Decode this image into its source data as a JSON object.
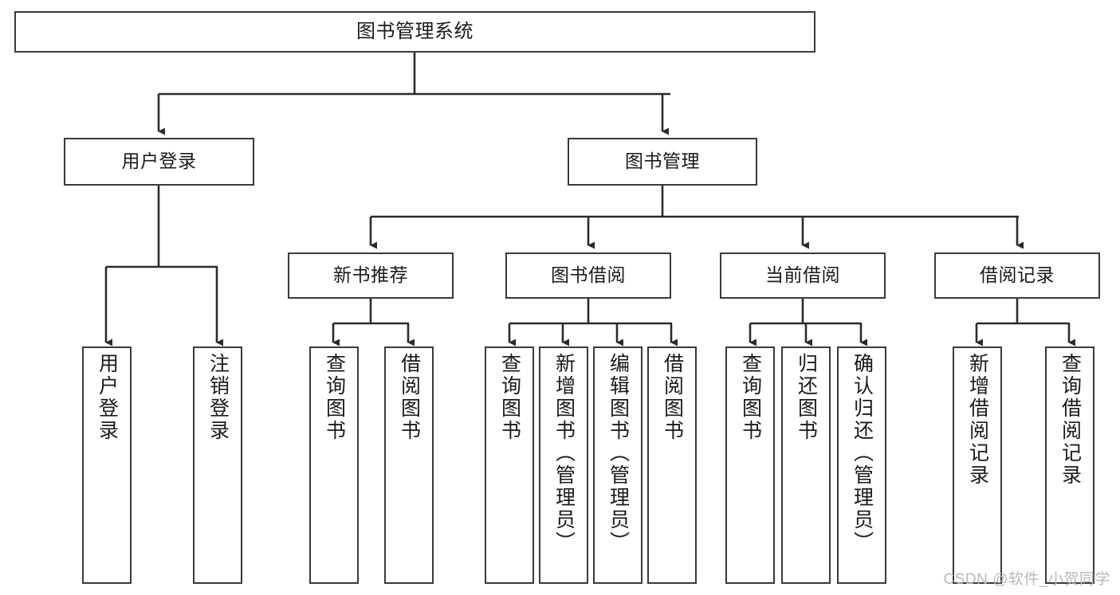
{
  "diagram": {
    "type": "tree-hierarchy",
    "title": "图书管理系统",
    "orientation": "top-down",
    "colors": {
      "box_border": "#3a3a3a",
      "box_fill": "#ffffff",
      "connector": "#2b2b2b",
      "text": "#1a1a1a",
      "watermark": "#b9b9b9",
      "background": "#ffffff"
    },
    "levels": [
      {
        "level": 0,
        "orientation": "horizontal"
      },
      {
        "level": 1,
        "orientation": "horizontal"
      },
      {
        "level": 2,
        "orientation": "horizontal"
      },
      {
        "level": 3,
        "orientation": "vertical"
      }
    ],
    "nodes": {
      "root": {
        "label": "图书管理系统",
        "level": 0
      },
      "l1": [
        {
          "id": "user-login",
          "label": "用户登录",
          "level": 1
        },
        {
          "id": "book-manage",
          "label": "图书管理",
          "level": 1
        }
      ],
      "l2": [
        {
          "id": "new-book-rec",
          "label": "新书推荐",
          "level": 2,
          "parent": "book-manage"
        },
        {
          "id": "book-borrow",
          "label": "图书借阅",
          "level": 2,
          "parent": "book-manage"
        },
        {
          "id": "current-borrow",
          "label": "当前借阅",
          "level": 2,
          "parent": "book-manage"
        },
        {
          "id": "borrow-record",
          "label": "借阅记录",
          "level": 2,
          "parent": "book-manage"
        }
      ],
      "leaves": [
        {
          "id": "leaf-user-login",
          "label": "用户登录",
          "parent": "user-login"
        },
        {
          "id": "leaf-logout",
          "label": "注销登录",
          "parent": "user-login"
        },
        {
          "id": "leaf-query-book-1",
          "label": "查询图书",
          "parent": "new-book-rec"
        },
        {
          "id": "leaf-borrow-book-1",
          "label": "借阅图书",
          "parent": "new-book-rec"
        },
        {
          "id": "leaf-query-book-2",
          "label": "查询图书",
          "parent": "book-borrow"
        },
        {
          "id": "leaf-add-book",
          "label": "新增图书（管理员）",
          "parent": "book-borrow"
        },
        {
          "id": "leaf-edit-book",
          "label": "编辑图书（管理员）",
          "parent": "book-borrow"
        },
        {
          "id": "leaf-borrow-book-2",
          "label": "借阅图书",
          "parent": "book-borrow"
        },
        {
          "id": "leaf-query-book-3",
          "label": "查询图书",
          "parent": "current-borrow"
        },
        {
          "id": "leaf-return-book",
          "label": "归还图书",
          "parent": "current-borrow"
        },
        {
          "id": "leaf-confirm-return",
          "label": "确认归还（管理员）",
          "parent": "current-borrow"
        },
        {
          "id": "leaf-add-record",
          "label": "新增借阅记录",
          "parent": "borrow-record"
        },
        {
          "id": "leaf-query-record",
          "label": "查询借阅记录",
          "parent": "borrow-record"
        }
      ]
    }
  },
  "watermark": {
    "text": "CSDN @软件_小贺同学"
  }
}
